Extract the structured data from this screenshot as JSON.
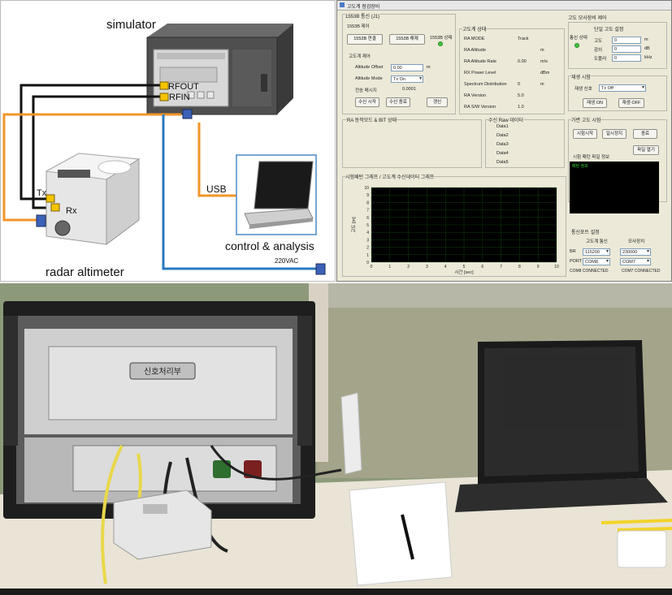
{
  "diagram": {
    "simulator_label": "simulator",
    "rfout_label": "RFOUT",
    "rfin_label": "RFIN",
    "tx_label": "Tx",
    "rx_label": "Rx",
    "usb_label": "USB",
    "control_label": "control & analysis",
    "altimeter_label": "radar altimeter",
    "power_label": "220VAC",
    "colors": {
      "cable_black": "#111111",
      "cable_orange": "#f0962a",
      "cable_blue": "#2a78c0",
      "connector_yellow": "#f5c400"
    }
  },
  "gui": {
    "window_title": "고도계 점검장비",
    "bus_group_title": "1553B 통신 (J1)",
    "bus_subtitle": "1553B 제어",
    "btn_bus_connect": "1553B 연결",
    "btn_bus_disconnect": "1553B 해제",
    "bus_status_label": "1553B 상태",
    "control_group_title": "고도계 제어",
    "altitude_offset_label": "Altitude Offset",
    "altitude_offset_value": "0.00",
    "altitude_offset_unit": "m",
    "altitude_mode_label": "Altitude Mode",
    "altitude_mode_value": "Tx On",
    "transmit_period_label": "전송 메시지",
    "transmit_period_value": "0.0001",
    "btn_rx_start": "수신 시작",
    "btn_rx_stop": "수신 종료",
    "btn_clear": "갱신",
    "status_group_title": "고도계 상태",
    "status_rows": [
      {
        "label": "RA MODE",
        "value": "Track",
        "unit": ""
      },
      {
        "label": "RA Altitude",
        "value": "",
        "unit": "m"
      },
      {
        "label": "RA Altitude Rate",
        "value": "0.00",
        "unit": "m/s"
      },
      {
        "label": "RX Power Level",
        "value": "",
        "unit": "dBm"
      },
      {
        "label": "Spectrum Distribution",
        "value": "0",
        "unit": "m"
      },
      {
        "label": "RA Version",
        "value": "5.0",
        "unit": ""
      },
      {
        "label": "RA S/W Version",
        "value": "1.0",
        "unit": ""
      }
    ],
    "bit_group_title": "RA 동작모드 & BIT 상태",
    "raw_group_title": "수신 Raw 데이터",
    "raw_rows": [
      "Data1",
      "Data2",
      "Data3",
      "Data4",
      "Data5"
    ],
    "graph_group_title": "시험패턴 그래프 / 고도계 수신데이터 그래프",
    "graph_xlabel": "시간 [sec]",
    "graph_ylabel": "고도 [m]",
    "sim_group_title": "고도 모사장비 제어",
    "single_setting_title": "단일 고도 설정",
    "sim_status_label": "통신 상태",
    "sim_rows": [
      {
        "label": "고도",
        "value": "0",
        "unit": "m"
      },
      {
        "label": "감쇠",
        "value": "0",
        "unit": "dB"
      },
      {
        "label": "도플러",
        "value": "0",
        "unit": "kHz"
      }
    ],
    "record_group_title": "재생 시험",
    "record_label": "재생 신호",
    "record_value": "Tx Off",
    "btn_play_on": "재생 ON",
    "btn_play_off": "재생 OFF",
    "virtual_group_title": "가변 고도 시험",
    "btn_test_start": "시험시작",
    "btn_test_pause": "일시정지",
    "btn_test_end": "종료",
    "btn_file_open": "파일 열기",
    "pattern_info_label": "시험 패턴 파일 정보",
    "pattern_info_text": "패턴 정보",
    "port_group_title": "통신포트 설정",
    "port_col1": "고도계 통신",
    "port_col2": "모사장치",
    "br_label": "BR",
    "br_value1": "115200",
    "br_value2": "230000",
    "port_label": "PORT",
    "port_value1": "COM8",
    "port_value2": "COM7",
    "status1": "COM8  CONNECTED",
    "status2": "COM7  CONNECTED"
  },
  "chart_data": {
    "type": "line",
    "title": "",
    "xlabel": "시간 [sec]",
    "ylabel": "고도 [m]",
    "xlim": [
      0,
      10
    ],
    "ylim": [
      0,
      10
    ],
    "x_ticks": [
      "0",
      "1",
      "2",
      "3",
      "4",
      "5",
      "6",
      "7",
      "8",
      "9",
      "10"
    ],
    "y_ticks": [
      "0",
      "1",
      "2",
      "3",
      "4",
      "5",
      "6",
      "7",
      "8",
      "9",
      "10"
    ],
    "series": [],
    "grid": true,
    "background": "#000000",
    "grid_color": "#1a7a1a"
  },
  "photo": {
    "panel_sign_text": "신호처리부"
  }
}
